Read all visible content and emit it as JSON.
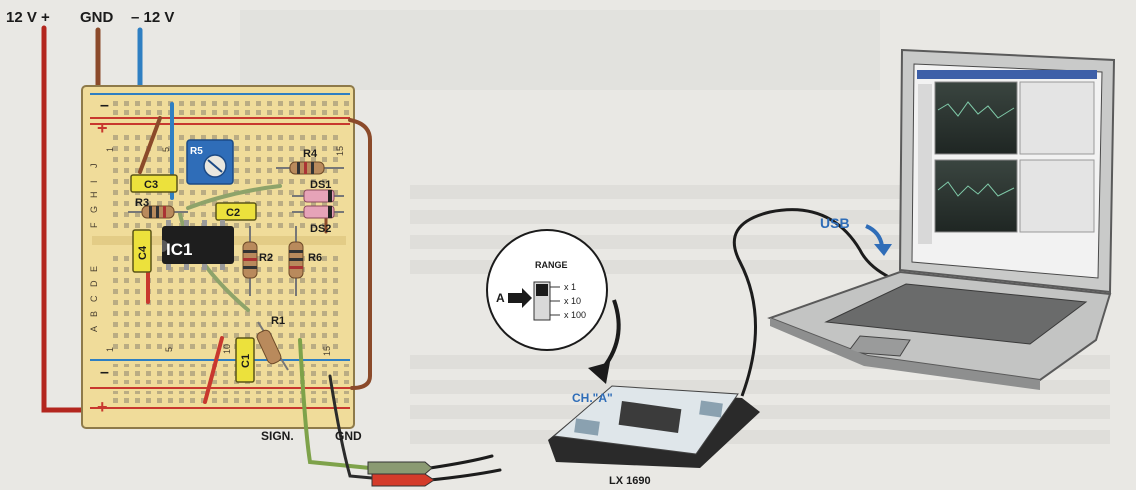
{
  "power_labels": {
    "plus": "12 V +",
    "gnd": "GND",
    "minus": "– 12 V"
  },
  "rail_signs": {
    "minus": "–",
    "plus": "+"
  },
  "breadboard": {
    "row_letters_top": [
      "J",
      "I",
      "H",
      "G",
      "F"
    ],
    "row_letters_bottom": [
      "E",
      "D",
      "C",
      "B",
      "A"
    ],
    "col_numbers": [
      "1",
      "5",
      "10",
      "15"
    ]
  },
  "components": {
    "r5": "R5",
    "r4": "R4",
    "r3": "R3",
    "r2": "R2",
    "r6": "R6",
    "r1": "R1",
    "c1": "C1",
    "c2": "C2",
    "c3": "C3",
    "c4": "C4",
    "ic1": "IC1",
    "ds1": "DS1",
    "ds2": "DS2"
  },
  "connections": {
    "sign": "SIGN.",
    "gnd": "GND"
  },
  "range_switch": {
    "title": "RANGE",
    "options": [
      "x 1",
      "x 10",
      "x 100"
    ],
    "pointer": "A"
  },
  "probe": {
    "channel": "CH.\"A\"",
    "device": "LX 1690"
  },
  "usb_label": "USB",
  "colors": {
    "board": "#f0dc9a",
    "rail_red": "#c8382e",
    "rail_blue": "#2f7fc2",
    "wire_brown": "#8b4a2a",
    "laptop_body": "#cfd0cf",
    "screen_dark": "#2e3a36"
  }
}
